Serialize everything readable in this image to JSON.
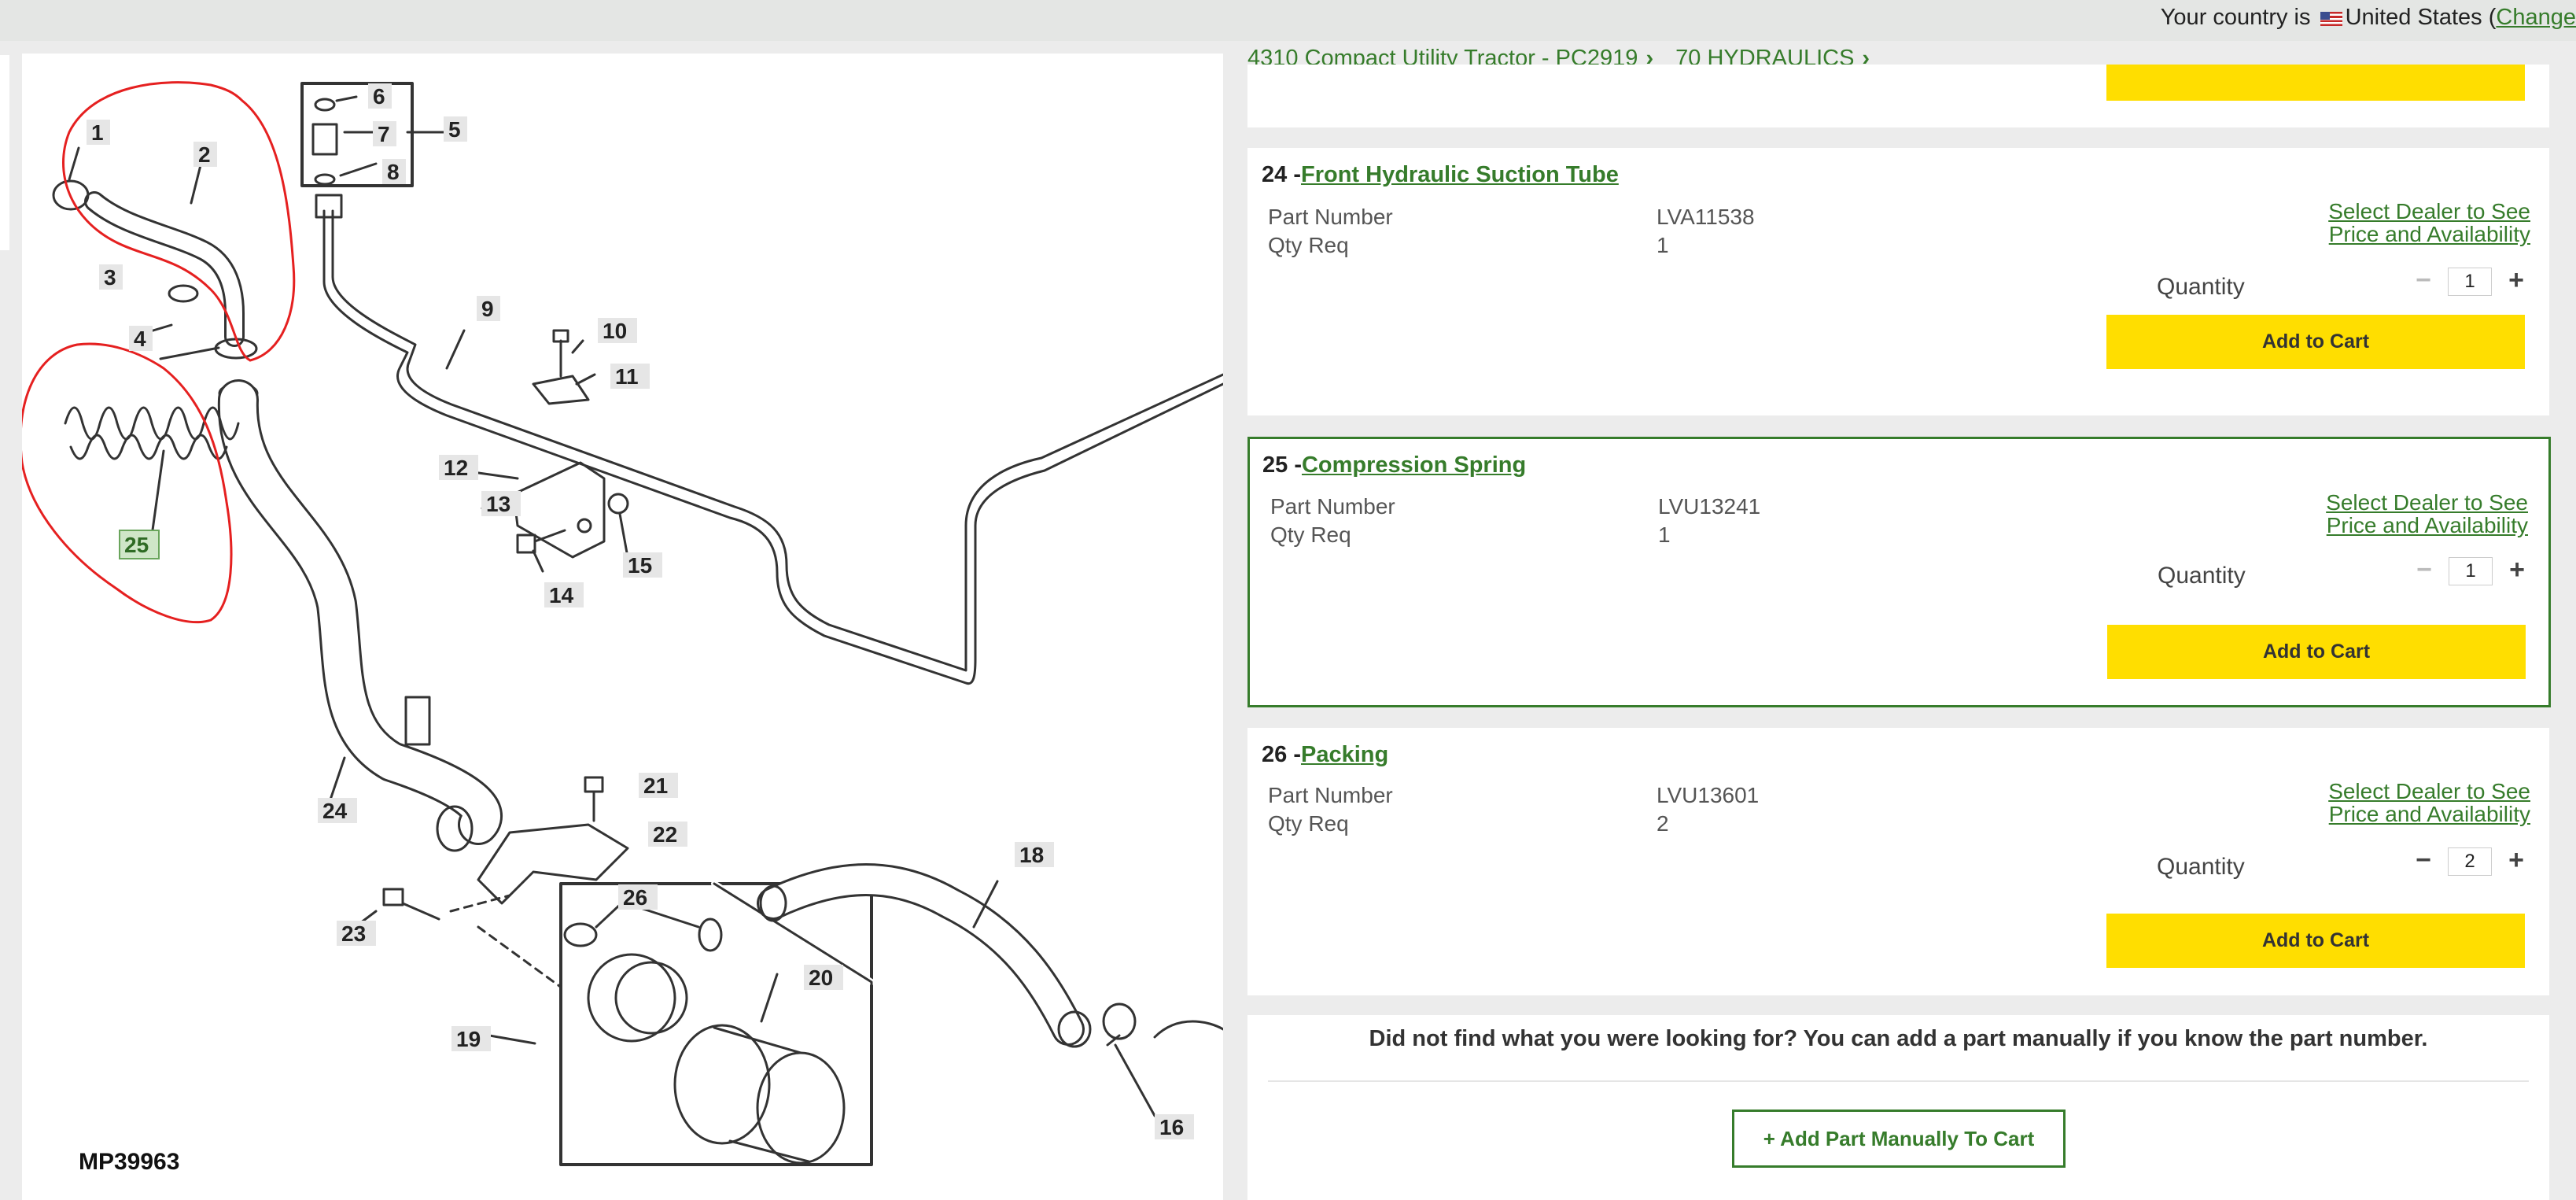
{
  "topbar": {
    "country_prefix": "Your country is",
    "country_name": "United States (",
    "change_link": "Change"
  },
  "diagram": {
    "figure_id": "MP39963",
    "callouts": [
      "1",
      "2",
      "3",
      "4",
      "5",
      "6",
      "7",
      "8",
      "9",
      "10",
      "11",
      "12",
      "13",
      "14",
      "15",
      "16",
      "18",
      "19",
      "20",
      "21",
      "22",
      "23",
      "24",
      "25",
      "26"
    ]
  },
  "breadcrumb": {
    "items": [
      "4310 Compact Utility Tractor - PC2919",
      "70 HYDRAULICS"
    ]
  },
  "parts": [
    {
      "index_prefix": "24 -",
      "name": "Front Hydraulic Suction Tube",
      "part_number_label": "Part Number",
      "part_number": "LVA11538",
      "qty_req_label": "Qty Req",
      "qty_req": "1",
      "dealer_line1": "Select Dealer to See",
      "dealer_line2": "Price and Availability",
      "quantity_label": "Quantity",
      "quantity": "1",
      "add_to_cart": "Add to Cart"
    },
    {
      "index_prefix": "25 -",
      "name": "Compression Spring",
      "part_number_label": "Part Number",
      "part_number": "LVU13241",
      "qty_req_label": "Qty Req",
      "qty_req": "1",
      "dealer_line1": "Select Dealer to See",
      "dealer_line2": "Price and Availability",
      "quantity_label": "Quantity",
      "quantity": "1",
      "add_to_cart": "Add to Cart"
    },
    {
      "index_prefix": "26 -",
      "name": "Packing",
      "part_number_label": "Part Number",
      "part_number": "LVU13601",
      "qty_req_label": "Qty Req",
      "qty_req": "2",
      "dealer_line1": "Select Dealer to See",
      "dealer_line2": "Price and Availability",
      "quantity_label": "Quantity",
      "quantity": "2",
      "add_to_cart": "Add to Cart"
    }
  ],
  "footer": {
    "not_found_message": "Did not find what you were looking for? You can add a part manually if you know the part number.",
    "add_manually_button": "+ Add Part Manually To Cart"
  },
  "colors": {
    "brand_green": "#367c2b",
    "cart_yellow": "#ffde00",
    "annotation_red": "#e52020"
  }
}
